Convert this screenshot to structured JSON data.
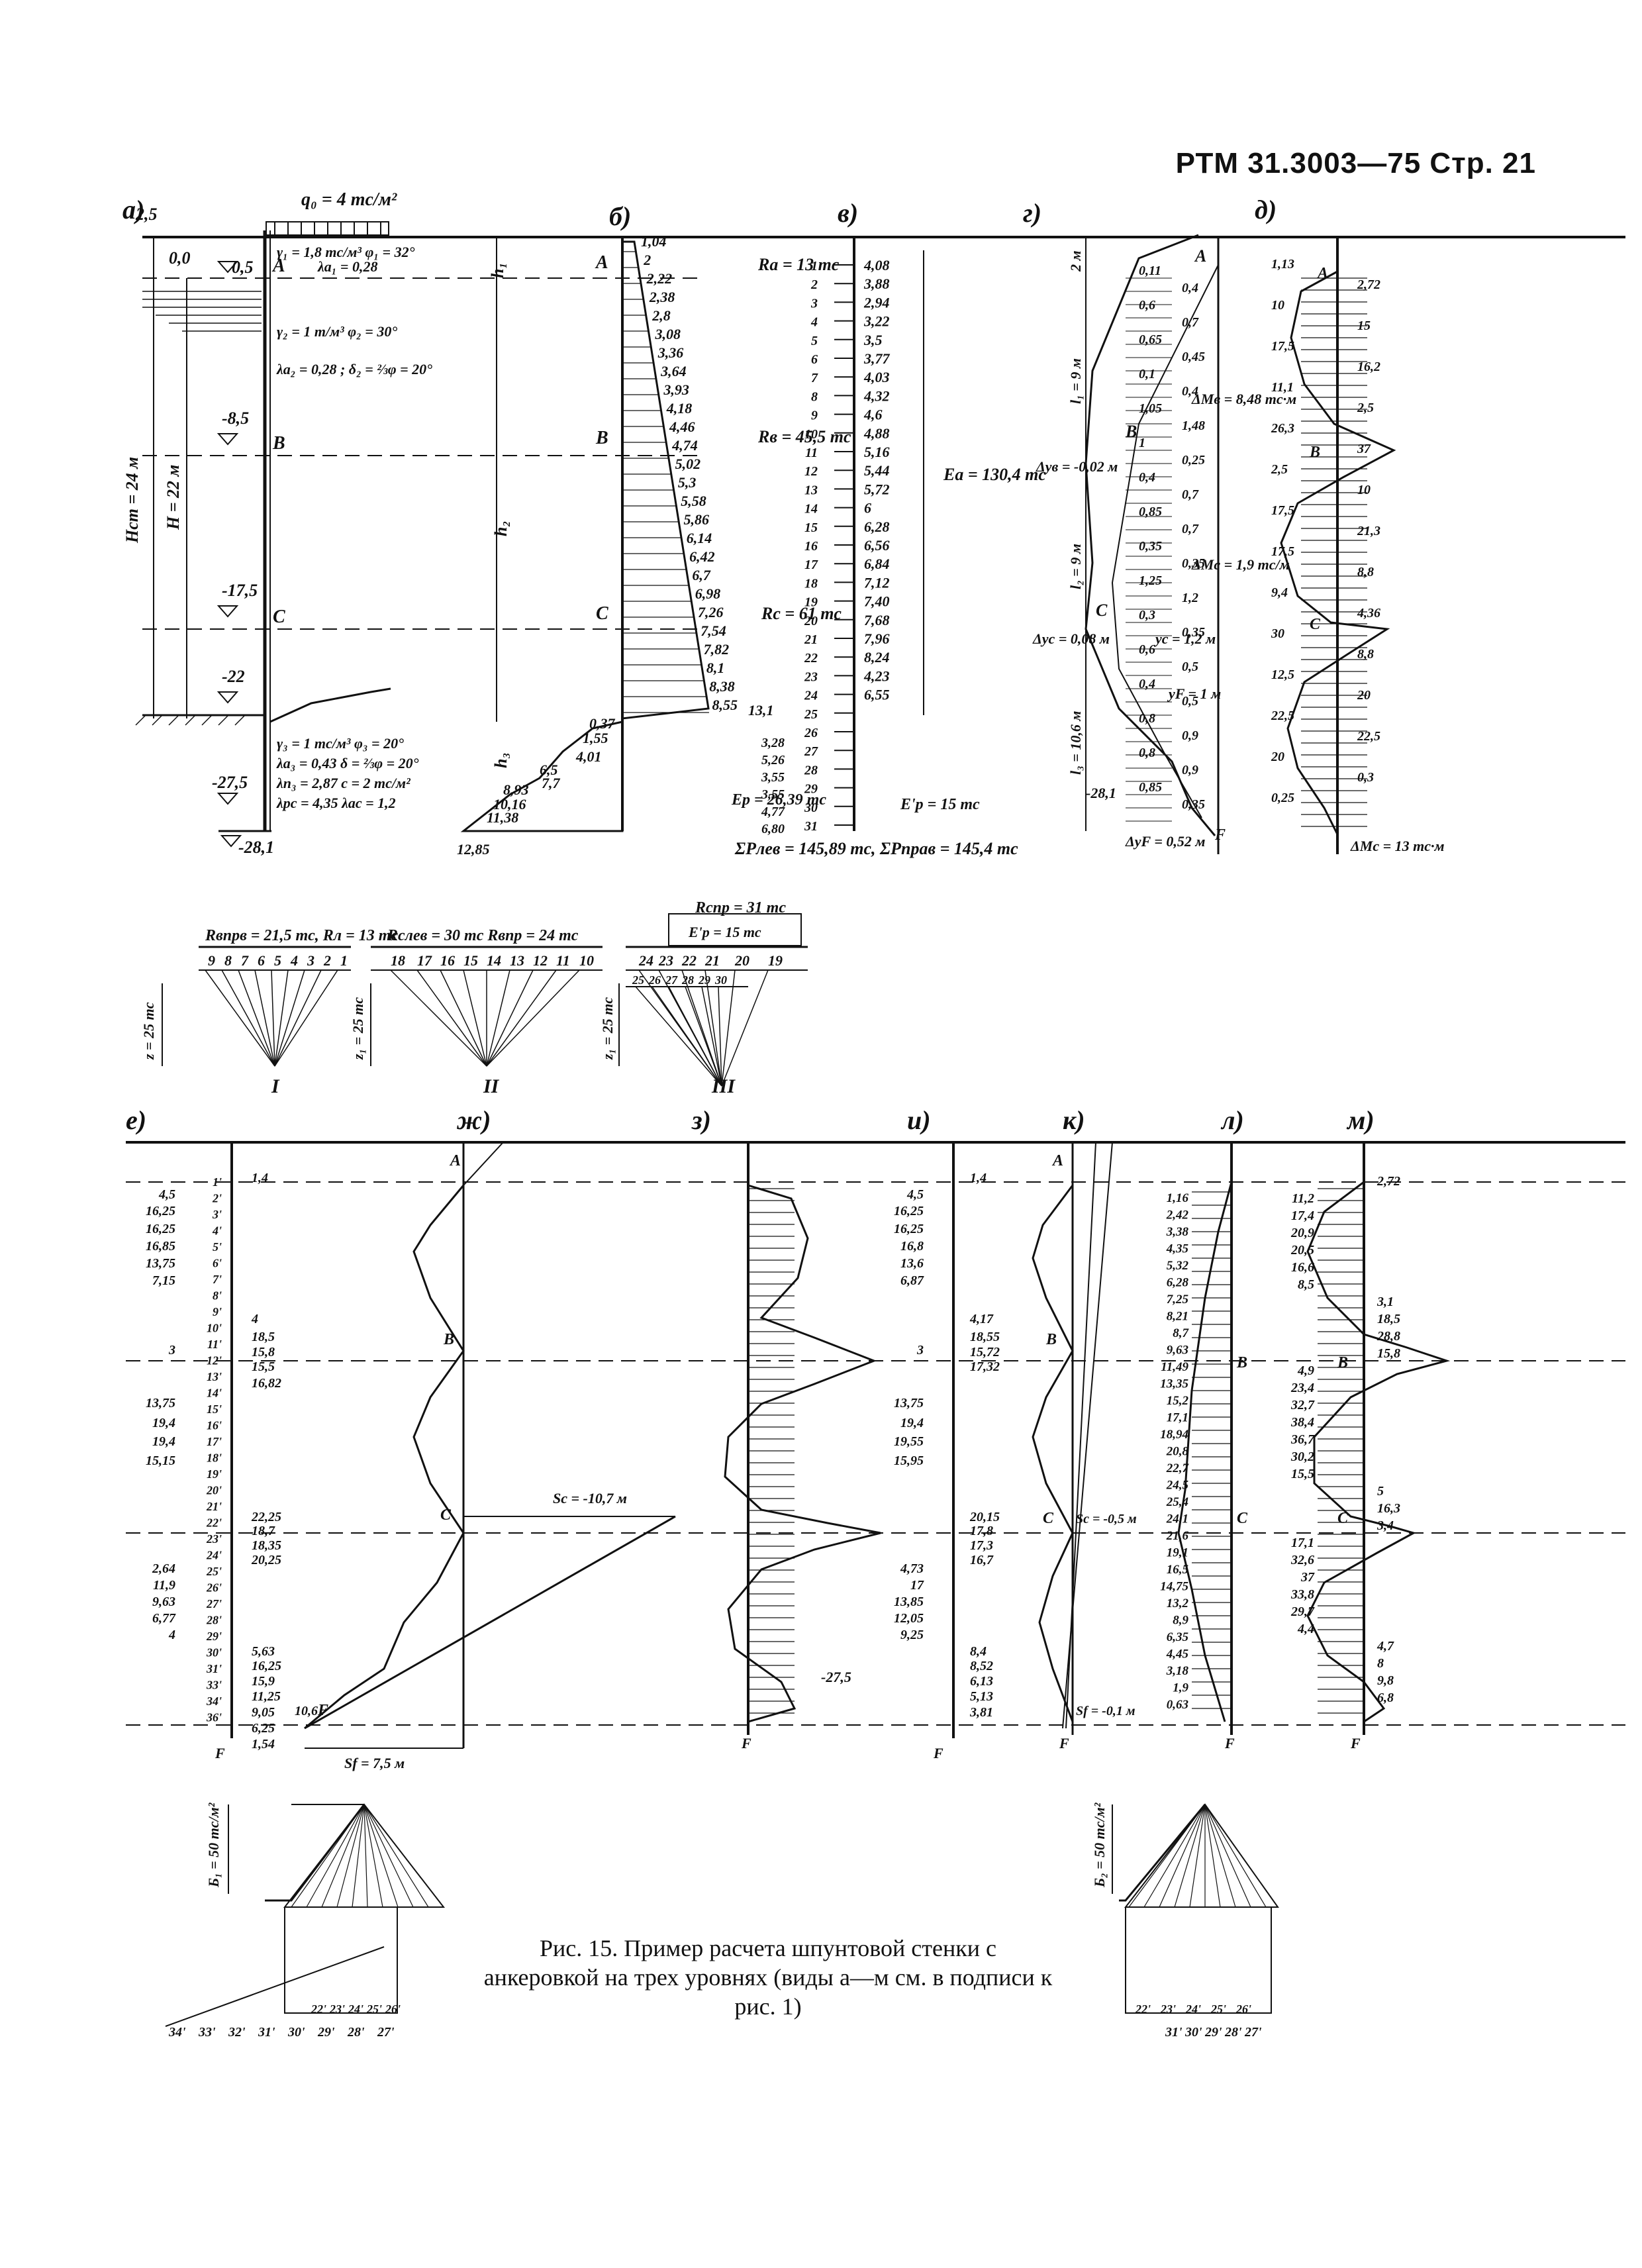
{
  "header": {
    "text": "РТМ 31.3003—75 Стр. 21"
  },
  "caption": {
    "text": "Рис. 15. Пример расчета шпунтовой стенки с анкеровкой на трех уровнях (виды а—м см. в подписи к рис. 1)"
  },
  "panels": {
    "a": "а)",
    "b": "б)",
    "v": "в)",
    "g": "г)",
    "d": "д)",
    "e": "е)",
    "zh": "ж)",
    "z": "з)",
    "i": "и)",
    "k": "к)",
    "l": "л)",
    "m": "м)"
  },
  "soil": {
    "q0": "q₀ = 4 тс/м²",
    "layer1": "γ₁ = 1,8 тс/м³  φ₁ = 32°",
    "layer1b": "λа₁ = 0,28",
    "layer2": "γ₂ = 1 т/м³  φ₂ = 30°",
    "layer2b": "λа₂ = 0,28 ; δ₂ = ⅔φ = 20°",
    "layer3": [
      "γ₃ = 1 тс/м³  φ₃ = 20°",
      "λа₃ = 0,43  δ = ⅔φ = 20°",
      "λп₃ = 2,87  c = 2 тс/м²",
      "λрс = 4,35  λас = 1,2"
    ]
  },
  "levels": [
    "2,5",
    "0,0",
    "0,5",
    "-8,5",
    "-17,5",
    "-22",
    "-27,5",
    "-28,1"
  ],
  "heights": [
    "Hст = 24 м",
    "H = 22 м",
    "h₁",
    "h₂",
    "h₃"
  ],
  "anchors": {
    "A": "A",
    "B": "B",
    "C": "C",
    "F": "F"
  },
  "diagram_b_values": [
    "1,04",
    "2",
    "2,22",
    "2,38",
    "2,8",
    "3,08",
    "3,36",
    "3,64",
    "3,93",
    "4,18",
    "4,46",
    "4,74",
    "5,02",
    "5,3",
    "5,58",
    "5,86",
    "6,14",
    "6,42",
    "6,7",
    "6,98",
    "7,26",
    "7,54",
    "7,82",
    "8,1",
    "8,38",
    "8,55",
    "13,1"
  ],
  "diagram_b_passive": [
    "0,37",
    "1,55",
    "4,01",
    "6,5",
    "7,7",
    "8,93",
    "10,16",
    "11,38",
    "12,85"
  ],
  "diagram_v": {
    "ra": "Rа = 13 тс",
    "rb": "Rв = 45,5 тс",
    "rc": "Rс = 61 тс",
    "ea": "Eа = 130,4 тс",
    "ep": "Eр = 26,39 тс",
    "ep2": "E'р = 15 тс",
    "sum": "ΣPлев = 145,89 тс, ΣPправ = 145,4 тс",
    "values": [
      "4,08",
      "3,88",
      "2,94",
      "3,22",
      "3,5",
      "3,77",
      "4,03",
      "4,32",
      "4,6",
      "4,88",
      "5,16",
      "5,44",
      "5,72",
      "6",
      "6,28",
      "6,56",
      "6,84",
      "7,12",
      "7,40",
      "7,68",
      "7,96",
      "8,24",
      "4,23",
      "6,55"
    ],
    "numbers": [
      "1",
      "2",
      "3",
      "4",
      "5",
      "6",
      "7",
      "8",
      "9",
      "10",
      "11",
      "12",
      "13",
      "14",
      "15",
      "16",
      "17",
      "18",
      "19",
      "20",
      "21",
      "22",
      "23",
      "24",
      "25",
      "26",
      "27",
      "28",
      "29",
      "30",
      "31"
    ],
    "passive_values": [
      "3,28",
      "5,26",
      "3,55",
      "3,55",
      "4,77",
      "6,80"
    ]
  },
  "diagram_g": {
    "lengths": [
      "2 м",
      "l₁ = 9 м",
      "l₂ = 9 м",
      "l₃ = 10,6 м"
    ],
    "labels": [
      "Δyв = -0,02 м",
      "Δyс = 0,08 м",
      "yс = 1,2 м",
      "yF = 1 м",
      "ΔyF = 0,52 м",
      "-28,1"
    ],
    "values": [
      "0,11",
      "0,4",
      "0,6",
      "0,7",
      "0,65",
      "0,45",
      "0,1",
      "0,4",
      "1,05",
      "1,48",
      "1",
      "0,25",
      "0,4",
      "0,7",
      "0,85",
      "0,7",
      "0,35",
      "0,35",
      "1,25",
      "1,2",
      "0,3",
      "0,35",
      "0,6",
      "0,5",
      "0,4",
      "0,5",
      "0,8",
      "0,9",
      "0,8",
      "0,9",
      "0,85",
      "0,35"
    ]
  },
  "diagram_d": {
    "dmb": "ΔMв = 8,48 тс·м",
    "dmc": "ΔMс = 1,9 тс/м",
    "dmf": "ΔMс = 13 тс·м",
    "values": [
      "1,13",
      "2,72",
      "10",
      "15",
      "17,5",
      "16,2",
      "11,1",
      "2,5",
      "26,3",
      "37",
      "2,5",
      "10",
      "17,5",
      "21,3",
      "17,5",
      "8,8",
      "9,4",
      "4,36",
      "30",
      "8,8",
      "12,5",
      "20",
      "22,5",
      "22,5",
      "20",
      "0,3",
      "0,25"
    ]
  },
  "polygons": {
    "p1": {
      "title": "Rвпрв = 21,5 тс, Rл = 13 тс",
      "h": "z = 25 тс",
      "nums": [
        "9",
        "8",
        "7",
        "6",
        "5",
        "4",
        "3",
        "2",
        "1"
      ],
      "roman": "I"
    },
    "p2": {
      "title": "Rслев = 30 тс   Rвпр = 24 тс",
      "h": "z₁ = 25 тс",
      "nums": [
        "18",
        "17",
        "16",
        "15",
        "14",
        "13",
        "12",
        "11",
        "10"
      ],
      "roman": "II"
    },
    "p3": {
      "title": "Rспр = 31 тс",
      "sub": "E'р = 15 тс",
      "h": "z₁ = 25 тс",
      "nums": [
        "24",
        "23",
        "22",
        "21",
        "20",
        "19"
      ],
      "nums2": [
        "25",
        "26",
        "27",
        "28",
        "29",
        "30"
      ],
      "roman": "III"
    }
  },
  "diagram_e": {
    "left": [
      "4,5",
      "16,25",
      "16,25",
      "16,85",
      "13,75",
      "7,15",
      "",
      "3",
      "13,75",
      "19,4",
      "19,4",
      "15,15",
      "",
      "2,64",
      "11,9",
      "9,63",
      "6,77",
      "4"
    ],
    "nums": [
      "1'",
      "2'",
      "3'",
      "4'",
      "5'",
      "6'",
      "7'",
      "8'",
      "9'",
      "10'",
      "11'",
      "12'",
      "13'",
      "14'",
      "15'",
      "16'",
      "17'",
      "18'",
      "19'",
      "20'",
      "21'",
      "22'",
      "23'",
      "24'",
      "25'",
      "26'",
      "27'",
      "28'",
      "29'",
      "30'",
      "31'",
      "33'",
      "34'",
      "36'"
    ],
    "right": [
      "1,4",
      "4",
      "18,5",
      "15,8",
      "15,5",
      "16,82",
      "22,25",
      "18,7",
      "18,35",
      "20,25",
      "5,63",
      "16,25",
      "15,9",
      "11,25",
      "9,05",
      "6,25",
      "1,54",
      "10,6"
    ],
    "sc": "Sс = -10,7 м",
    "sf": "Sf = 7,5 м"
  },
  "diagram_i": {
    "left": [
      "4,5",
      "16,25",
      "16,25",
      "16,8",
      "13,6",
      "6,87",
      "",
      "3",
      "13,75",
      "19,4",
      "19,55",
      "15,95",
      "",
      "4,73",
      "17",
      "13,85",
      "12,05",
      "9,25"
    ],
    "right": [
      "1,4",
      "4,17",
      "18,55",
      "15,72",
      "17,32",
      "20,15",
      "17,8",
      "17,3",
      "16,7",
      "8,4",
      "8,52",
      "6,13",
      "5,13",
      "3,81"
    ]
  },
  "diagram_k": {
    "sc": "Sс = -0,5 м",
    "sf": "Sf = -0,1 м"
  },
  "diagram_l": {
    "values": [
      "1,16",
      "2,42",
      "3,38",
      "4,35",
      "5,32",
      "6,28",
      "7,25",
      "8,21",
      "8,7",
      "9,63",
      "11,49",
      "13,35",
      "15,2",
      "17,1",
      "18,94",
      "20,8",
      "22,7",
      "24,5",
      "25,4",
      "24,1",
      "21,6",
      "19,1",
      "16,5",
      "14,75",
      "13,2",
      "8,9",
      "6,35",
      "4,45",
      "3,18",
      "1,9",
      "0,63"
    ]
  },
  "diagram_m": {
    "values": [
      "2,72",
      "11,2",
      "17,4",
      "20,9",
      "20,5",
      "16,6",
      "8,5",
      "3,1",
      "18,5",
      "28,8",
      "15,8",
      "4,9",
      "23,4",
      "32,7",
      "38,4",
      "36,7",
      "30,2",
      "15,5",
      "5",
      "16,3",
      "3,4",
      "17,1",
      "32,6",
      "37",
      "33,8",
      "29,7",
      "4,4",
      "4,7",
      "8",
      "9,8",
      "6,8"
    ]
  },
  "bottom_polygons": {
    "left": {
      "h": "Б₁ = 50 тс/м²",
      "nums": [
        "34'",
        "33'",
        "32'",
        "31'",
        "30'",
        "29'",
        "28'",
        "27'"
      ],
      "mid": [
        "22'",
        "23'",
        "24'",
        "25'",
        "26'"
      ]
    },
    "right": {
      "h": "Б₂ = 50 тс/м²",
      "nums": [
        "31'",
        "30'",
        "29'",
        "28'",
        "27'"
      ],
      "mid": [
        "22'",
        "23'",
        "24'",
        "25'",
        "26'"
      ]
    }
  }
}
